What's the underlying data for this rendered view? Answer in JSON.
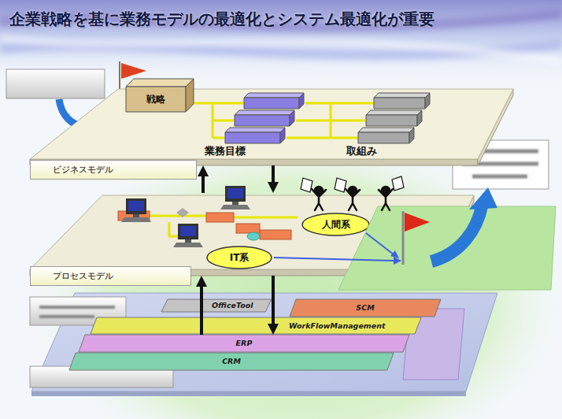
{
  "diagram": {
    "title": "企業戦略を基に業務モデルの最適化とシステム最適化が重要",
    "nodes": [
      {
        "text": [
          "ビジネスモデル"
        ]
      },
      {
        "text": [
          "戦略"
        ],
        "in": 0
      },
      {
        "text": [
          "業務目標"
        ],
        "in": 0
      },
      {
        "text": [
          "取組み"
        ],
        "in": 0
      },
      {
        "text": [
          "プロセスモデル"
        ]
      },
      {
        "text": [
          "人間系"
        ],
        "in": 4
      },
      {
        "text": [
          "IT系"
        ],
        "in": 4
      },
      {
        "text": [
          "OfficeTool"
        ]
      },
      {
        "text": [
          "SCM"
        ]
      },
      {
        "text": [
          "WorkFlowManagement"
        ]
      },
      {
        "text": [
          "ERP"
        ]
      },
      {
        "text": [
          "CRM"
        ]
      }
    ],
    "edges": [
      {
        "from": 4,
        "to": 0,
        "arrow": "to"
      },
      {
        "from": 0,
        "to": 4,
        "arrow": "to"
      },
      {
        "from": 10,
        "to": 4,
        "arrow": "to"
      },
      {
        "from": 4,
        "to": 10,
        "arrow": "to"
      }
    ]
  }
}
